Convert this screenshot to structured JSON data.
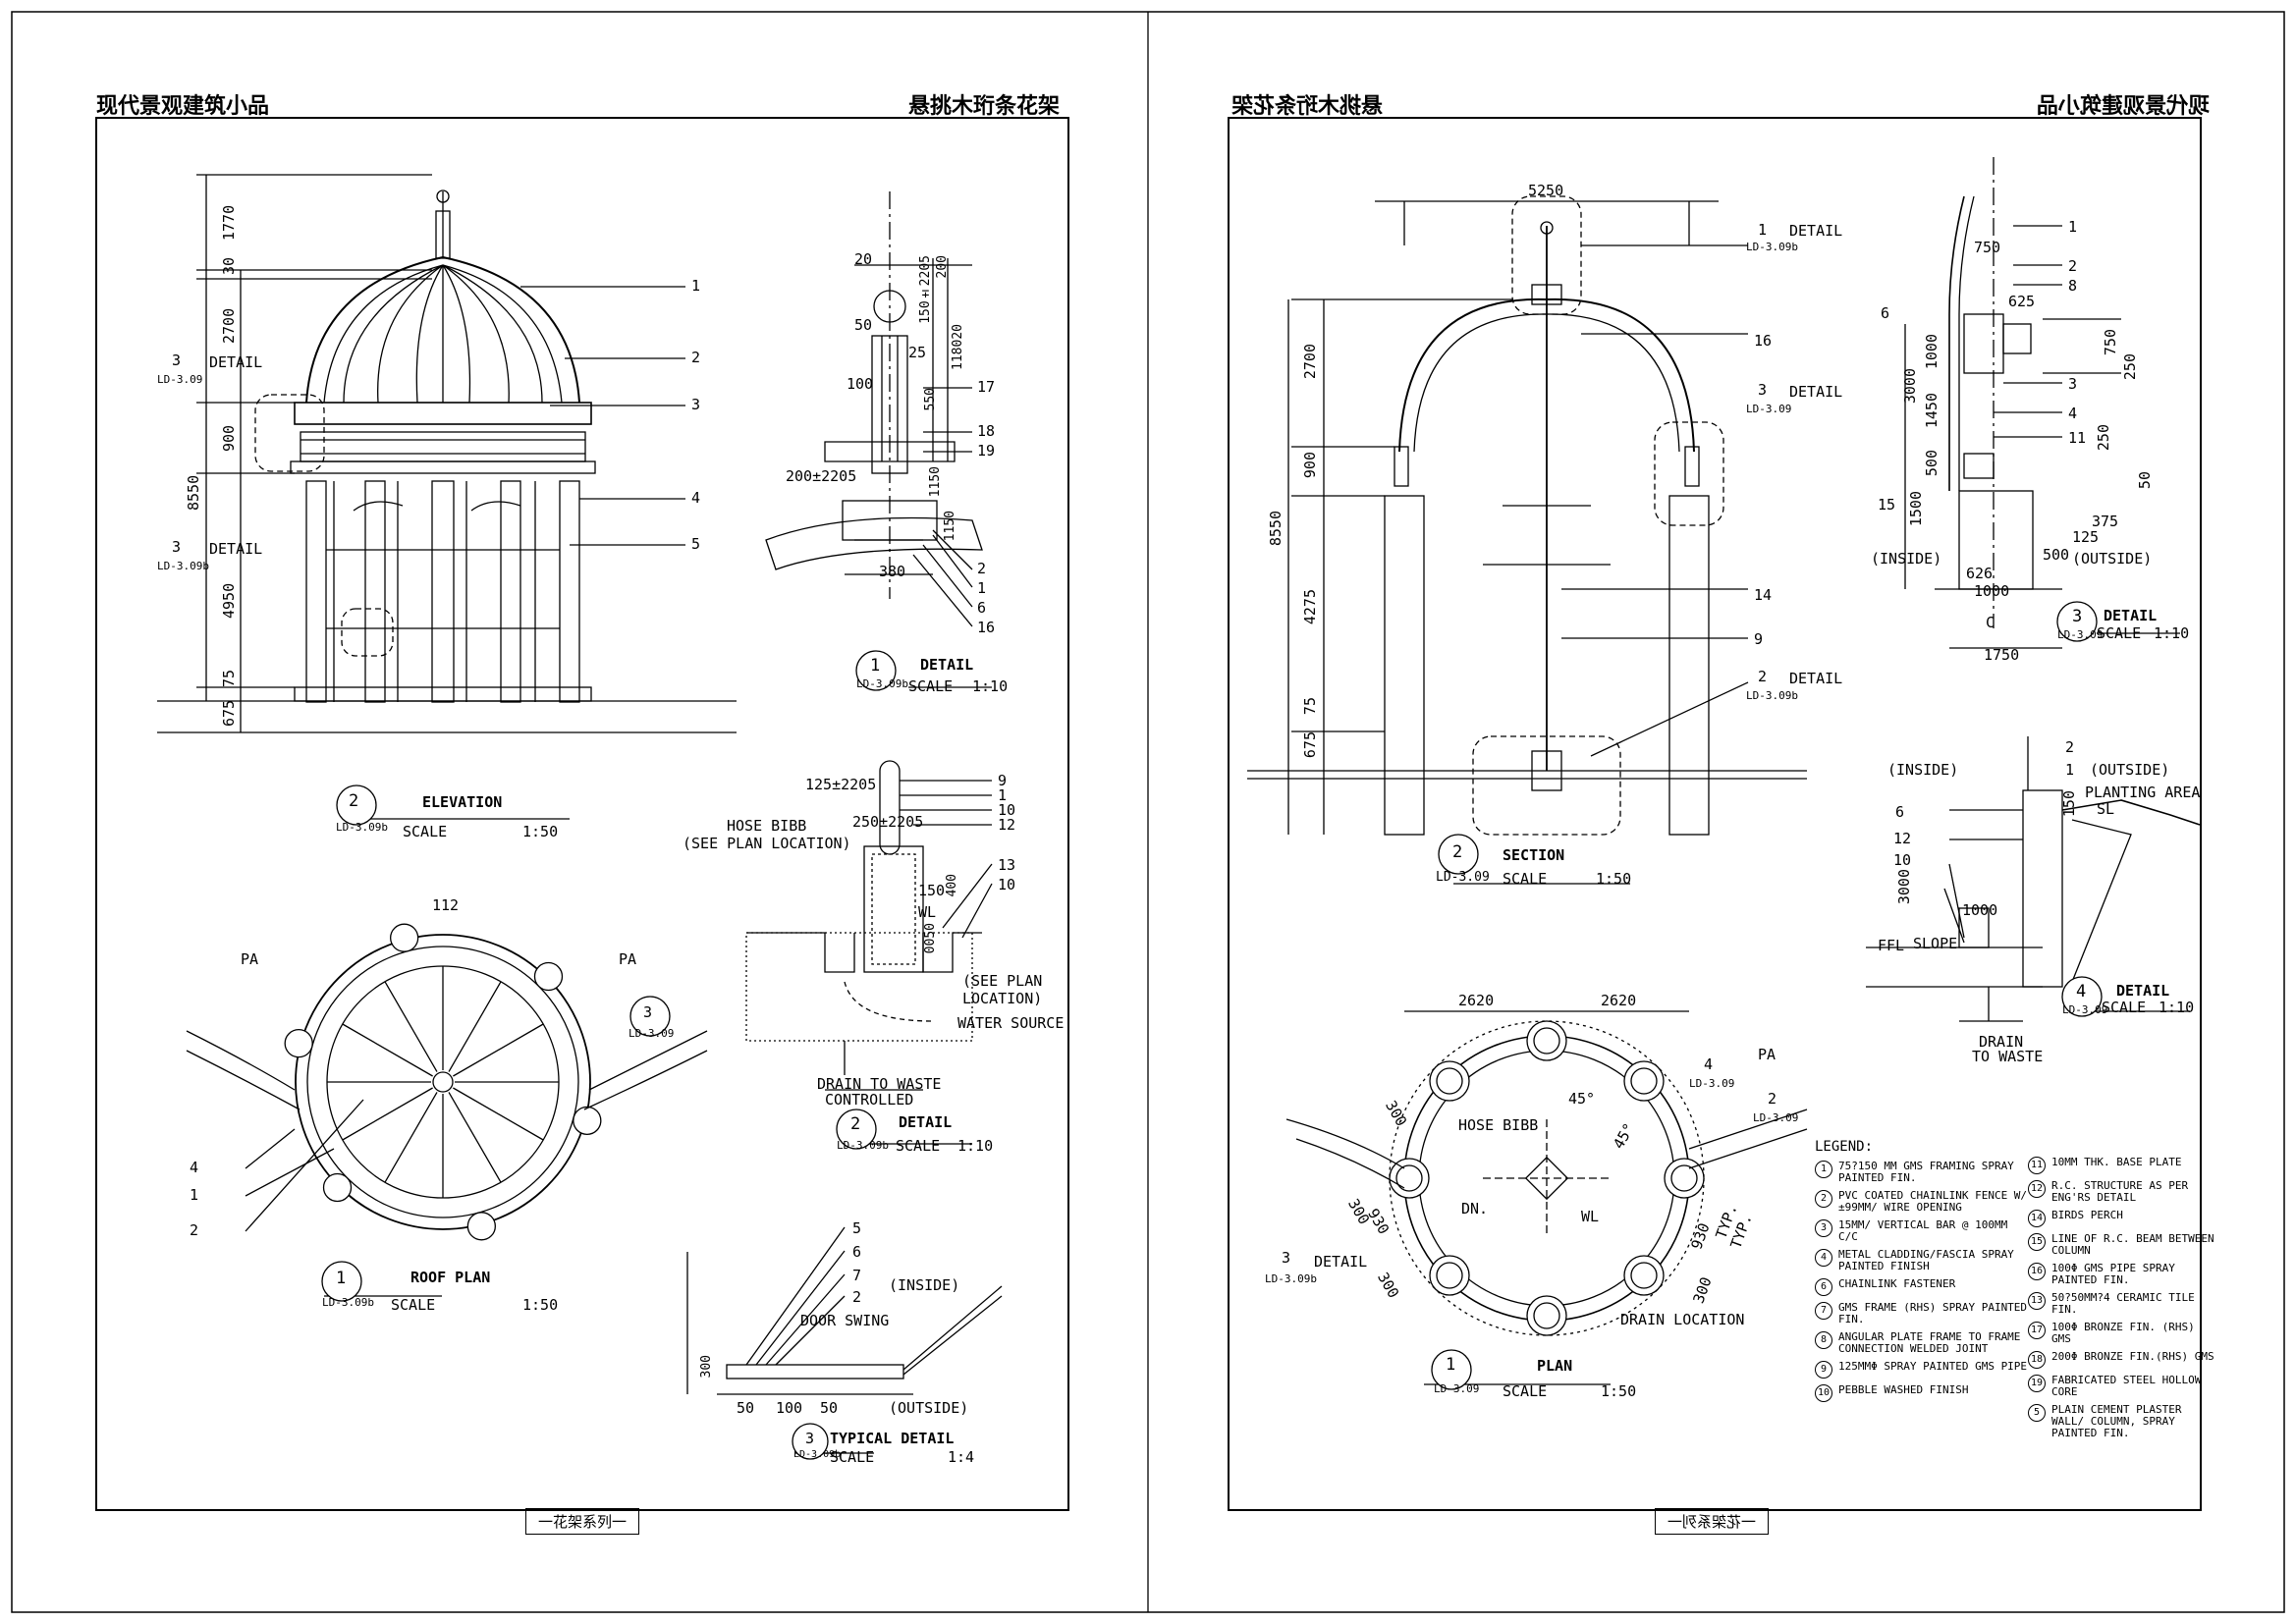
{
  "left_page": {
    "header_left": "现代景观建筑小品",
    "header_right": "悬挑木珩条花架",
    "footer": "一花架系列一",
    "views": {
      "elevation": {
        "num": "2",
        "ref": "LD-3.09b",
        "title": "ELEVATION",
        "scale_label": "SCALE",
        "scale": "1:50"
      },
      "roof_plan": {
        "num": "1",
        "ref": "LD-3.09b",
        "title": "ROOF PLAN",
        "scale_label": "SCALE",
        "scale": "1:50"
      },
      "detail_top": {
        "num": "1",
        "ref": "LD-3.09b",
        "title": "DETAIL",
        "scale_label": "SCALE",
        "scale": "1:10"
      },
      "detail_mid": {
        "num": "2",
        "ref": "LD-3.09b",
        "title": "DETAIL",
        "scale_label": "SCALE",
        "scale": "1:10"
      },
      "typical_detail": {
        "num": "3",
        "ref": "LD-3.09b",
        "title": "TYPICAL DETAIL",
        "scale_label": "SCALE",
        "scale": "1:4"
      }
    },
    "elev_dims": [
      "1770",
      "30",
      "2700",
      "900",
      "8550",
      "4950",
      "75",
      "675"
    ],
    "detail_callouts": [
      {
        "num": "3",
        "ref": "LD-3.09",
        "text": "DETAIL"
      },
      {
        "num": "3",
        "ref": "LD-3.09b",
        "text": "DETAIL"
      }
    ],
    "elev_leaders": [
      "1",
      "2",
      "3",
      "4",
      "5"
    ],
    "roof_leaders": [
      "4",
      "1",
      "2"
    ],
    "roof_labels": {
      "pa1": "PA",
      "pa2": "PA",
      "dim": "112",
      "sec_num": "3",
      "sec_ref": "LD-3.09"
    },
    "d1_dims": [
      "20",
      "20",
      "50",
      "100",
      "25",
      "150±2205",
      "200",
      "118020",
      "550",
      "200±2205",
      "1150",
      "20",
      "1150",
      "380",
      "150",
      "1150"
    ],
    "d1_leaders": [
      "17",
      "18",
      "19",
      "2",
      "1",
      "6",
      "16"
    ],
    "d2_texts": {
      "a": "125±2205",
      "b": "250±2205",
      "hose1": "HOSE BIBB",
      "hose2": "(SEE PLAN LOCATION)",
      "wl": "WL",
      "d150": "150",
      "d400": "400",
      "d0050": "0050",
      "see1": "(SEE PLAN",
      "see2": "LOCATION)",
      "water": "WATER SOURCE",
      "drain1": "DRAIN TO WASTE",
      "drain2": "CONTROLLED"
    },
    "d2_leaders": [
      "9",
      "1",
      "10",
      "12",
      "13",
      "10"
    ],
    "td_texts": {
      "inside": "(INSIDE)",
      "door": "DOOR SWING",
      "outside": "(OUTSIDE)",
      "d300": "300",
      "d50a": "50",
      "d100": "100",
      "d50b": "50"
    },
    "td_leaders": [
      "5",
      "6",
      "7",
      "2"
    ]
  },
  "right_page": {
    "header_left": "悬挑木珩条花架",
    "header_right": "现代景观建筑小品",
    "footer": "一花架系列一",
    "views": {
      "section": {
        "num": "2",
        "ref": "LD-3.09",
        "title": "SECTION",
        "scale_label": "SCALE",
        "scale": "1:50"
      },
      "plan": {
        "num": "1",
        "ref": "LD-3.09",
        "title": "PLAN",
        "scale_label": "SCALE",
        "scale": "1:50"
      },
      "detail3": {
        "num": "3",
        "ref": "LD-3.09",
        "title": "DETAIL",
        "scale_label": "SCALE",
        "scale": "1:10"
      },
      "detail4": {
        "num": "4",
        "ref": "LD-3.09",
        "title": "DETAIL",
        "scale_label": "SCALE",
        "scale": "1:10"
      }
    },
    "sec_dims": [
      "5250",
      "2700",
      "900",
      "8550",
      "4275",
      "75",
      "675"
    ],
    "sec_callouts": [
      {
        "num": "1",
        "ref": "LD-3.09b",
        "text": "DETAIL"
      },
      {
        "num": "3",
        "ref": "LD-3.09",
        "text": "DETAIL"
      },
      {
        "num": "2",
        "ref": "LD-3.09b",
        "text": "DETAIL"
      }
    ],
    "sec_leaders": [
      "16",
      "14",
      "9"
    ],
    "plan_texts": {
      "d2620a": "2620",
      "d2620b": "2620",
      "hose": "HOSE BIBB",
      "wl": "WL",
      "dn": "DN.",
      "drain": "DRAIN LOCATION",
      "pa": "PA",
      "a45a": "45°",
      "a45b": "45°",
      "d300": "300",
      "d930": "930",
      "d300b": "300",
      "d300c": "300",
      "typ": "TYP.",
      "d930b": "930",
      "typ2": "TYP.",
      "d300d": "300"
    },
    "plan_callouts": [
      {
        "num": "4",
        "ref": "LD-3.09"
      },
      {
        "num": "2",
        "ref": "LD-3.09"
      },
      {
        "num": "3",
        "ref": "LD-3.09b",
        "text": "DETAIL"
      }
    ],
    "d3_texts": {
      "d750": "750",
      "d625": "625",
      "d750b": "750",
      "d250": "250",
      "d1000": "1000",
      "d3000": "3000",
      "d1450": "1450",
      "d500": "500",
      "d1500": "1500",
      "d250b": "250",
      "d50": "50",
      "d375": "375",
      "d125": "125",
      "d500b": "500",
      "inside": "(INSIDE)",
      "outside": "(OUTSIDE)",
      "d626": "626",
      "d1000b": "1000",
      "d1750": "1750",
      "cl": "C"
    },
    "d3_leaders": [
      "1",
      "2",
      "8",
      "6",
      "3",
      "4",
      "11",
      "15"
    ],
    "d4_texts": {
      "inside": "(INSIDE)",
      "outside": "(OUTSIDE)",
      "planting": "PLANTING AREA",
      "sl": "SL",
      "d150": "150",
      "d3000": "3000",
      "d1000": "1000",
      "ffl": "FFL",
      "slope": "SLOPE",
      "drain1": "DRAIN",
      "drain2": "TO WASTE"
    },
    "d4_leaders": [
      "2",
      "1",
      "6",
      "12",
      "10"
    ],
    "legend_title": "LEGEND:",
    "legend_left": [
      {
        "n": "1",
        "t": "75?150 MM GMS FRAMING SPRAY PAINTED FIN."
      },
      {
        "n": "2",
        "t": "PVC COATED CHAINLINK FENCE W/±99MM/ WIRE OPENING"
      },
      {
        "n": "3",
        "t": "15MM/ VERTICAL BAR @ 100MM C/C"
      },
      {
        "n": "4",
        "t": "METAL CLADDING/FASCIA SPRAY PAINTED FINISH"
      },
      {
        "n": "6",
        "t": "CHAINLINK FASTENER"
      },
      {
        "n": "7",
        "t": "GMS FRAME (RHS) SPRAY PAINTED FIN."
      },
      {
        "n": "8",
        "t": "ANGULAR PLATE FRAME TO FRAME CONNECTION WELDED JOINT"
      },
      {
        "n": "9",
        "t": "125MMΦ SPRAY PAINTED GMS PIPE"
      },
      {
        "n": "10",
        "t": "PEBBLE WASHED FINISH"
      }
    ],
    "legend_right": [
      {
        "n": "11",
        "t": "10MM THK. BASE PLATE"
      },
      {
        "n": "12",
        "t": "R.C. STRUCTURE AS PER ENG'RS DETAIL"
      },
      {
        "n": "14",
        "t": "BIRDS PERCH"
      },
      {
        "n": "15",
        "t": "LINE OF R.C. BEAM BETWEEN COLUMN"
      },
      {
        "n": "16",
        "t": "100Φ GMS PIPE SPRAY PAINTED FIN."
      },
      {
        "n": "13",
        "t": "50?50MM?4 CERAMIC TILE FIN."
      },
      {
        "n": "17",
        "t": "100Φ BRONZE FIN. (RHS) GMS"
      },
      {
        "n": "18",
        "t": "200Φ BRONZE FIN.(RHS) GMS"
      },
      {
        "n": "19",
        "t": "FABRICATED STEEL HOLLOW CORE"
      },
      {
        "n": "5",
        "t": "PLAIN CEMENT PLASTER WALL/ COLUMN, SPRAY PAINTED FIN."
      }
    ]
  }
}
